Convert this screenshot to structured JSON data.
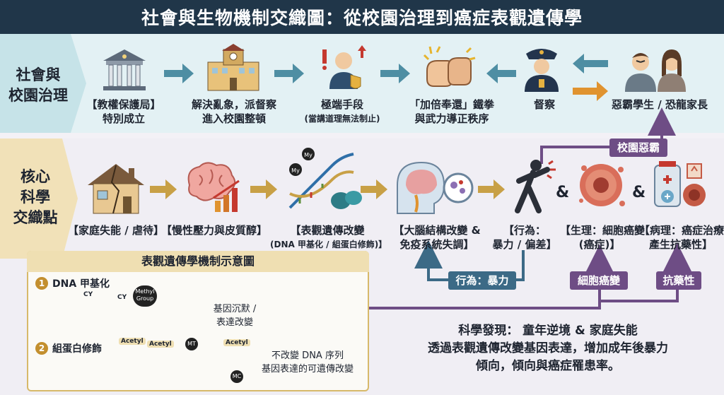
{
  "title": "社會與生物機制交織圖：從校園治理到癌症表觀遺傳學",
  "rows": {
    "top_label_line1": "社會與",
    "top_label_line2": "校園治理",
    "mid_label_line1": "核心",
    "mid_label_line2": "科學",
    "mid_label_line3": "交織點"
  },
  "top_row": [
    {
      "icon": "government-building-icon",
      "line1": "【教權保護局】",
      "line2": "特別成立"
    },
    {
      "icon": "school-building-icon",
      "line1": "解決亂象，派督察",
      "line2": "進入校園整頓"
    },
    {
      "icon": "official-warning-icon",
      "line1": "極端手段",
      "line2": "(當講道理無法制止)"
    },
    {
      "icon": "fist-icon",
      "line1": "「加倍奉還」鐵拳",
      "line2": "與武力導正秩序"
    },
    {
      "icon": "police-officer-icon",
      "line1": "督察",
      "line2": ""
    },
    {
      "icon": "angry-people-icon",
      "line1": "惡霸學生 / 恐龍家長",
      "line2": ""
    }
  ],
  "mid_row": [
    {
      "icon": "broken-house-icon",
      "line1": "【家庭失能 / 虐待】",
      "line2": ""
    },
    {
      "icon": "brain-stress-icon",
      "line1": "【慢性壓力與皮質醇】",
      "line2": ""
    },
    {
      "icon": "dna-methyl-icon",
      "line1": "【表觀遺傳改變",
      "line2": "(DNA 甲基化 / 組蛋白修飾)】"
    },
    {
      "icon": "brain-scan-icon",
      "line1": "【大腦結構改變 &",
      "line2": "免疫系統失調】"
    },
    {
      "icon": "violent-figure-icon",
      "line1": "【行為：",
      "line2": "暴力 / 偏差】"
    },
    {
      "icon": "cancer-cell-icon",
      "line1": "【生理：細胞癌變",
      "line2": "(癌症)】"
    },
    {
      "icon": "drug-resistance-icon",
      "line1": "【病理：癌症治療",
      "line2": "產生抗藥性】"
    }
  ],
  "amp": "&",
  "pills": {
    "campus_bully": "校園惡霸",
    "behavior_violence": "行為：暴力",
    "cell_cancer": "細胞癌變",
    "drug_resistance": "抗藥性"
  },
  "mechanism": {
    "title": "表觀遺傳學機制示意圖",
    "step1_num": "1",
    "step1_label": "DNA 甲基化",
    "tags1": [
      "CY",
      "CY",
      "Methyl Group"
    ],
    "step1_result_line1": "基因沉默 /",
    "step1_result_line2": "表達改變",
    "step2_num": "2",
    "step2_label": "組蛋白修飾",
    "tags2": [
      "Acetyl",
      "Acetyl",
      "MT",
      "Acetyl",
      "MC"
    ],
    "step2_result_line1": "不改變 DNA 序列",
    "step2_result_line2": "基因表達的可遺傳改變"
  },
  "conclusion": {
    "line1": "科學發現： 童年逆境 & 家庭失能",
    "line2": "透過表觀遺傳改變基因表達，增加成年後暴力",
    "line3": "傾向，傾向與癌症罹患率。"
  },
  "colors": {
    "navy": "#203649",
    "teal_arrow": "#4e8ea3",
    "gold_arrow": "#c8a046",
    "purple": "#6e4d85",
    "orange_arrow": "#e0932f"
  }
}
